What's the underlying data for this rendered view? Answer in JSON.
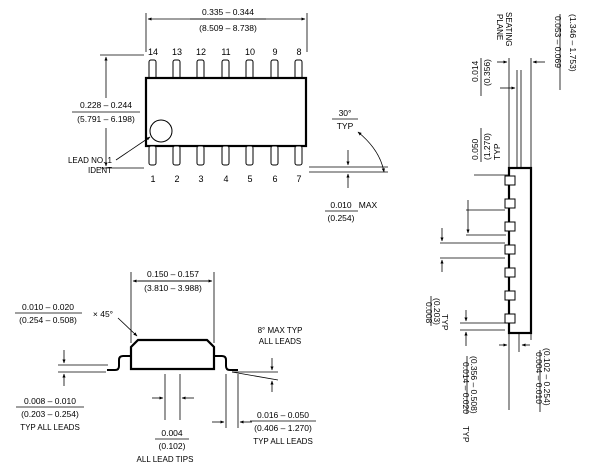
{
  "top_view": {
    "overall_length": {
      "inch": "0.335 – 0.344",
      "mm": "(8.509 – 8.738)"
    },
    "body_width": {
      "inch": "0.228 – 0.244",
      "mm": "(5.791 – 6.198)"
    },
    "lead1_label": [
      "LEAD NO. 1",
      "IDENT"
    ],
    "angle": [
      "30°",
      "TYP"
    ],
    "standoff": {
      "inch": "0.010",
      "suffix": "MAX",
      "mm": "(0.254)"
    },
    "top_pins": [
      "14",
      "13",
      "12",
      "11",
      "10",
      "9",
      "8"
    ],
    "bottom_pins": [
      "1",
      "2",
      "3",
      "4",
      "5",
      "6",
      "7"
    ]
  },
  "side_view": {
    "seating_plane": [
      "SEATING",
      "PLANE"
    ],
    "height": {
      "inch": "0.053 – 0.069",
      "mm": "(1.346 – 1.753)"
    },
    "lead_thk": {
      "inch": "0.014",
      "mm": "(0.356)"
    },
    "pitch": {
      "inch": "0.050",
      "mm": "(1.270)",
      "typ": "TYP"
    },
    "gap": {
      "inch": "0.008",
      "mm": "(0.203)",
      "typ": "TYP"
    },
    "standoff": {
      "inch": "0.004 – 0.010",
      "mm": "(0.102 – 0.254)"
    },
    "lead_width": {
      "inch": "0.014 – 0.020",
      "mm": "(0.356 – 0.508)",
      "typ": "TYP"
    }
  },
  "end_view": {
    "body_w": {
      "inch": "0.150 – 0.157",
      "mm": "(3.810 – 3.988)"
    },
    "chamfer": {
      "inch": "0.010 – 0.020",
      "mm": "(0.254 – 0.508)",
      "suffix": "× 45°"
    },
    "angle": [
      "8° MAX TYP",
      "ALL LEADS"
    ],
    "lead_thk": {
      "inch": "0.008 – 0.010",
      "mm": "(0.203 – 0.254)",
      "note": "TYP ALL LEADS"
    },
    "foot": {
      "inch": "0.016 – 0.050",
      "mm": "(0.406 – 1.270)",
      "note": "TYP ALL LEADS"
    },
    "coplanarity": {
      "inch": "0.004",
      "mm": "(0.102)",
      "note": "ALL LEAD TIPS"
    }
  }
}
